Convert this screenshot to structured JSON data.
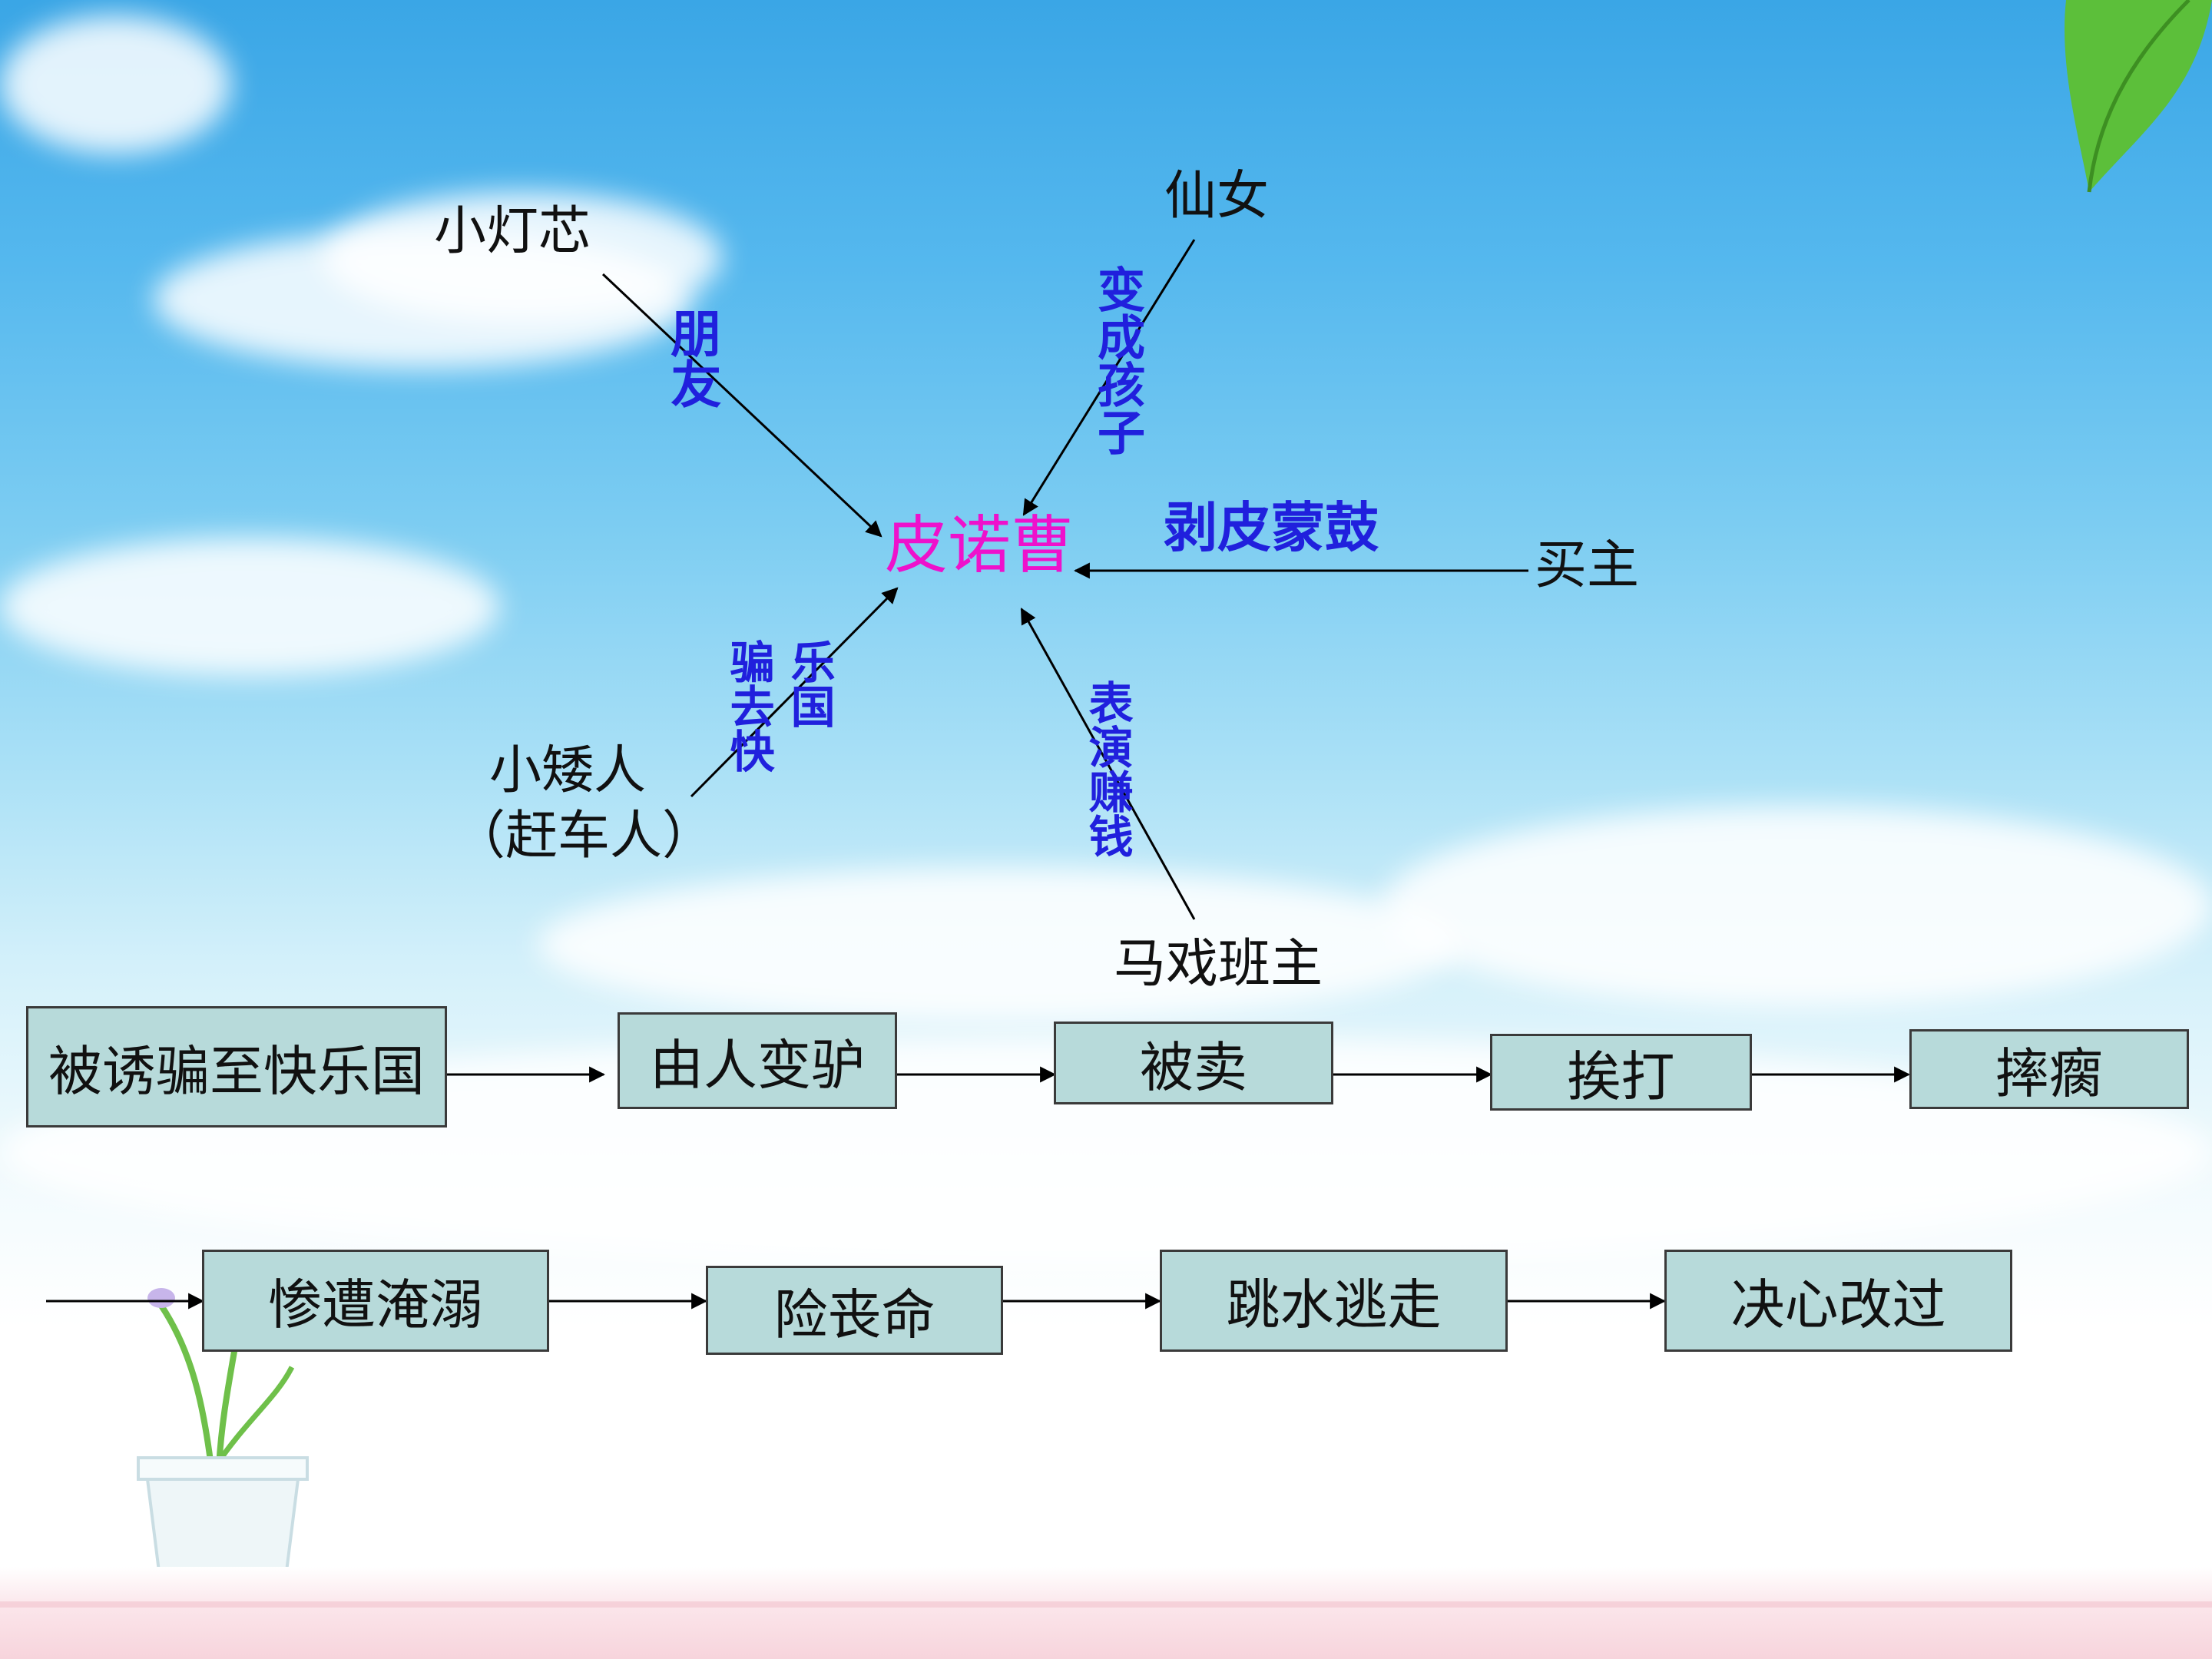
{
  "diagram": {
    "center": "皮诺曹",
    "nodes": {
      "lamp_wick": "小灯芯",
      "fairy": "仙女",
      "buyer": "买主",
      "coachman_line1": "小矮人",
      "coachman_line2": "（赶车人）",
      "circus_owner": "马戏班主"
    },
    "relations": {
      "friend": "朋友",
      "turn_child": "变成孩子",
      "skin_drum": "剥皮蒙鼓",
      "lure_col1": "骗去快",
      "lure_col2": "乐国",
      "perform_money": "表演赚钱"
    }
  },
  "flow": {
    "row1": [
      "被诱骗至快乐国",
      "由人变驴",
      "被卖",
      "挨打",
      "摔瘸"
    ],
    "row2": [
      "惨遭淹溺",
      "险丧命",
      "跳水逃走",
      "决心改过"
    ]
  }
}
